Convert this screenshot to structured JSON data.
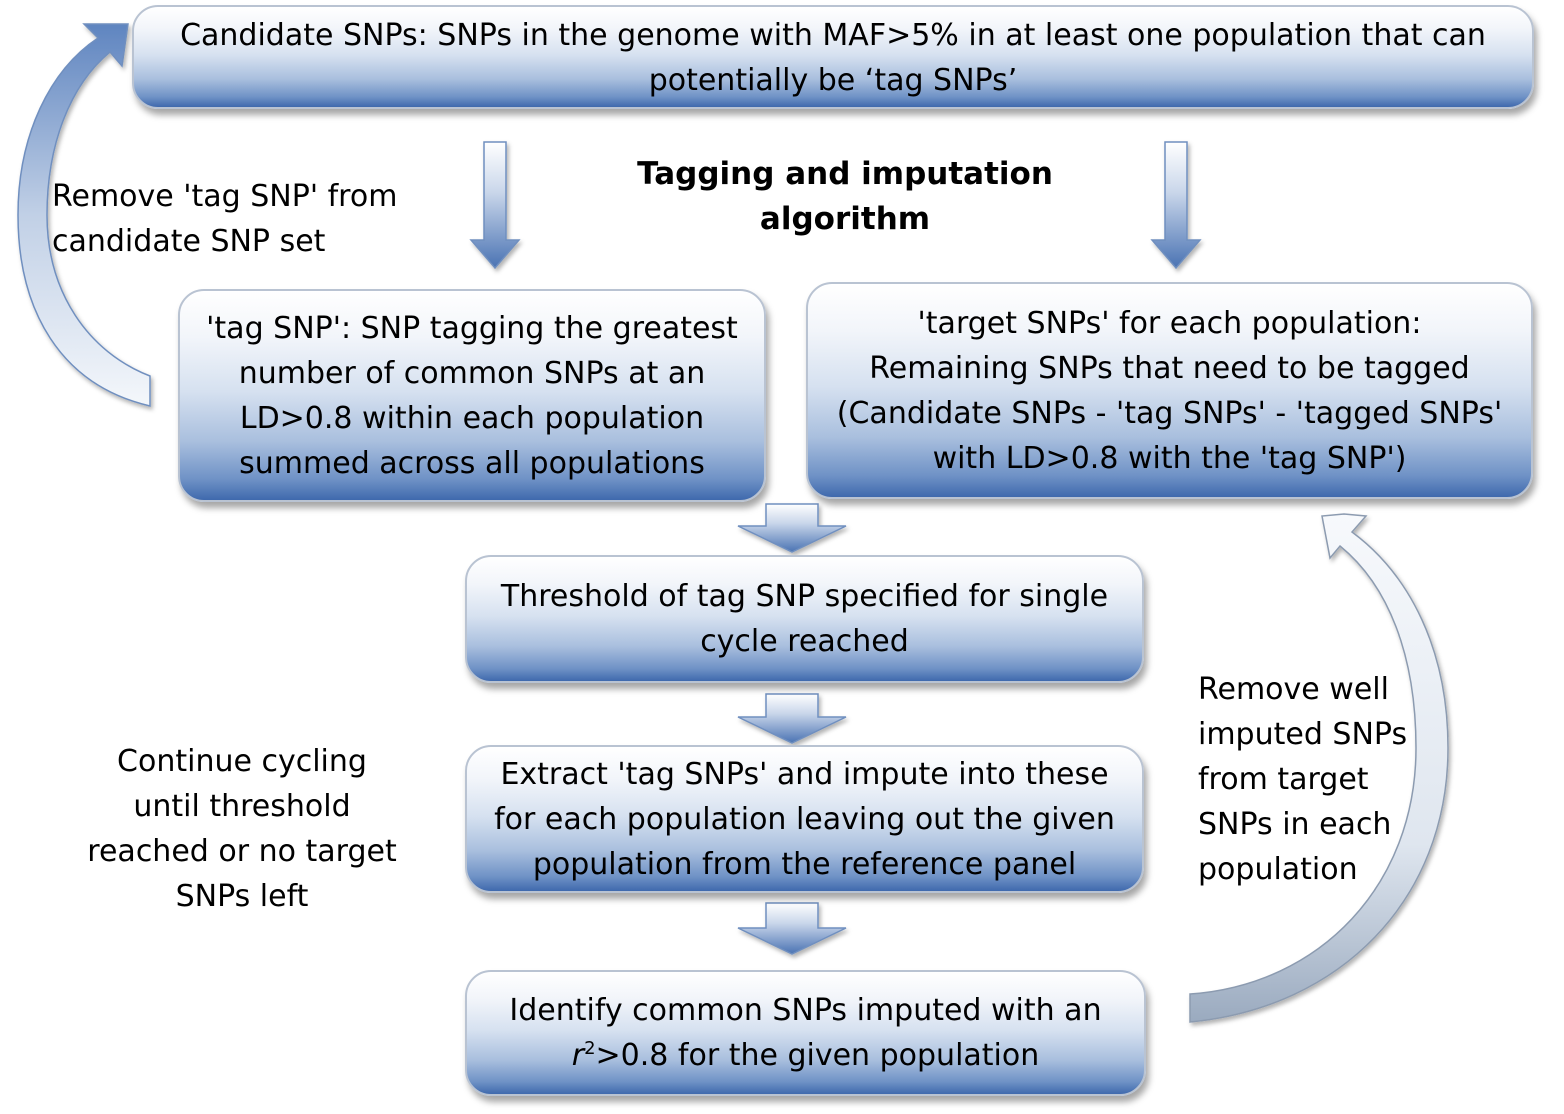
{
  "diagram": {
    "title_lines": [
      "Tagging  and imputation",
      "algorithm"
    ],
    "boxes": {
      "candidate": {
        "lines": [
          "Candidate SNPs: SNPs in the genome with MAF>5% in at least one population that can",
          "potentially be ‘tag SNPs’"
        ]
      },
      "tag": {
        "lines": [
          "'tag SNP': SNP tagging the greatest",
          "number of common SNPs at an",
          "LD>0.8 within each population",
          "summed across all populations"
        ]
      },
      "target": {
        "lines": [
          "'target SNPs' for each population:",
          "Remaining SNPs that need to be tagged",
          "(Candidate SNPs - 'tag SNPs' - 'tagged SNPs'",
          "with LD>0.8 with the 'tag SNP')"
        ]
      },
      "threshold": {
        "lines": [
          "Threshold of tag SNP specified for single",
          "cycle reached"
        ]
      },
      "extract": {
        "lines": [
          "Extract 'tag SNPs' and impute into these",
          "for each population leaving out the given",
          "population from the reference panel"
        ]
      },
      "identify": {
        "line1": "Identify common SNPs imputed with an",
        "line2_var": "r",
        "line2_sup": "2",
        "line2_rest": ">0.8 for the given population"
      }
    },
    "side_labels": {
      "remove_tag": [
        "Remove 'tag SNP' from",
        "candidate SNP set"
      ],
      "continue": [
        "Continue cycling",
        "until threshold",
        "reached or no target",
        "SNPs left"
      ],
      "remove_imputed": [
        "Remove well",
        "imputed SNPs",
        "from target",
        "SNPs in each",
        "population"
      ]
    },
    "colors": {
      "box_top": "#ffffff",
      "box_bottom": "#3f69ad",
      "box_border": "#b9c3d2",
      "arrow_blue": "#4a73b3",
      "curve_light": "#dde5f0"
    }
  }
}
